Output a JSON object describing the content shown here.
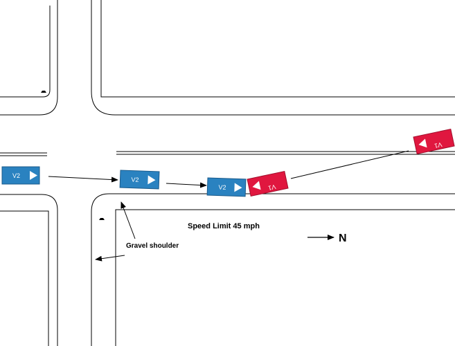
{
  "colors": {
    "v1": "#e0173f",
    "v2": "#2a82c0",
    "road_line": "#000000",
    "background": "#ffffff"
  },
  "vehicles": {
    "v2_label": "V2",
    "v1_label": "V1"
  },
  "annotations": {
    "speed_limit": "Speed Limit 45 mph",
    "gravel_shoulder": "Gravel shoulder",
    "north": "N"
  },
  "icons": [
    "vehicle-v2-icon",
    "vehicle-v1-icon",
    "north-arrow-icon",
    "path-arrow-icon",
    "signpost-icon"
  ]
}
